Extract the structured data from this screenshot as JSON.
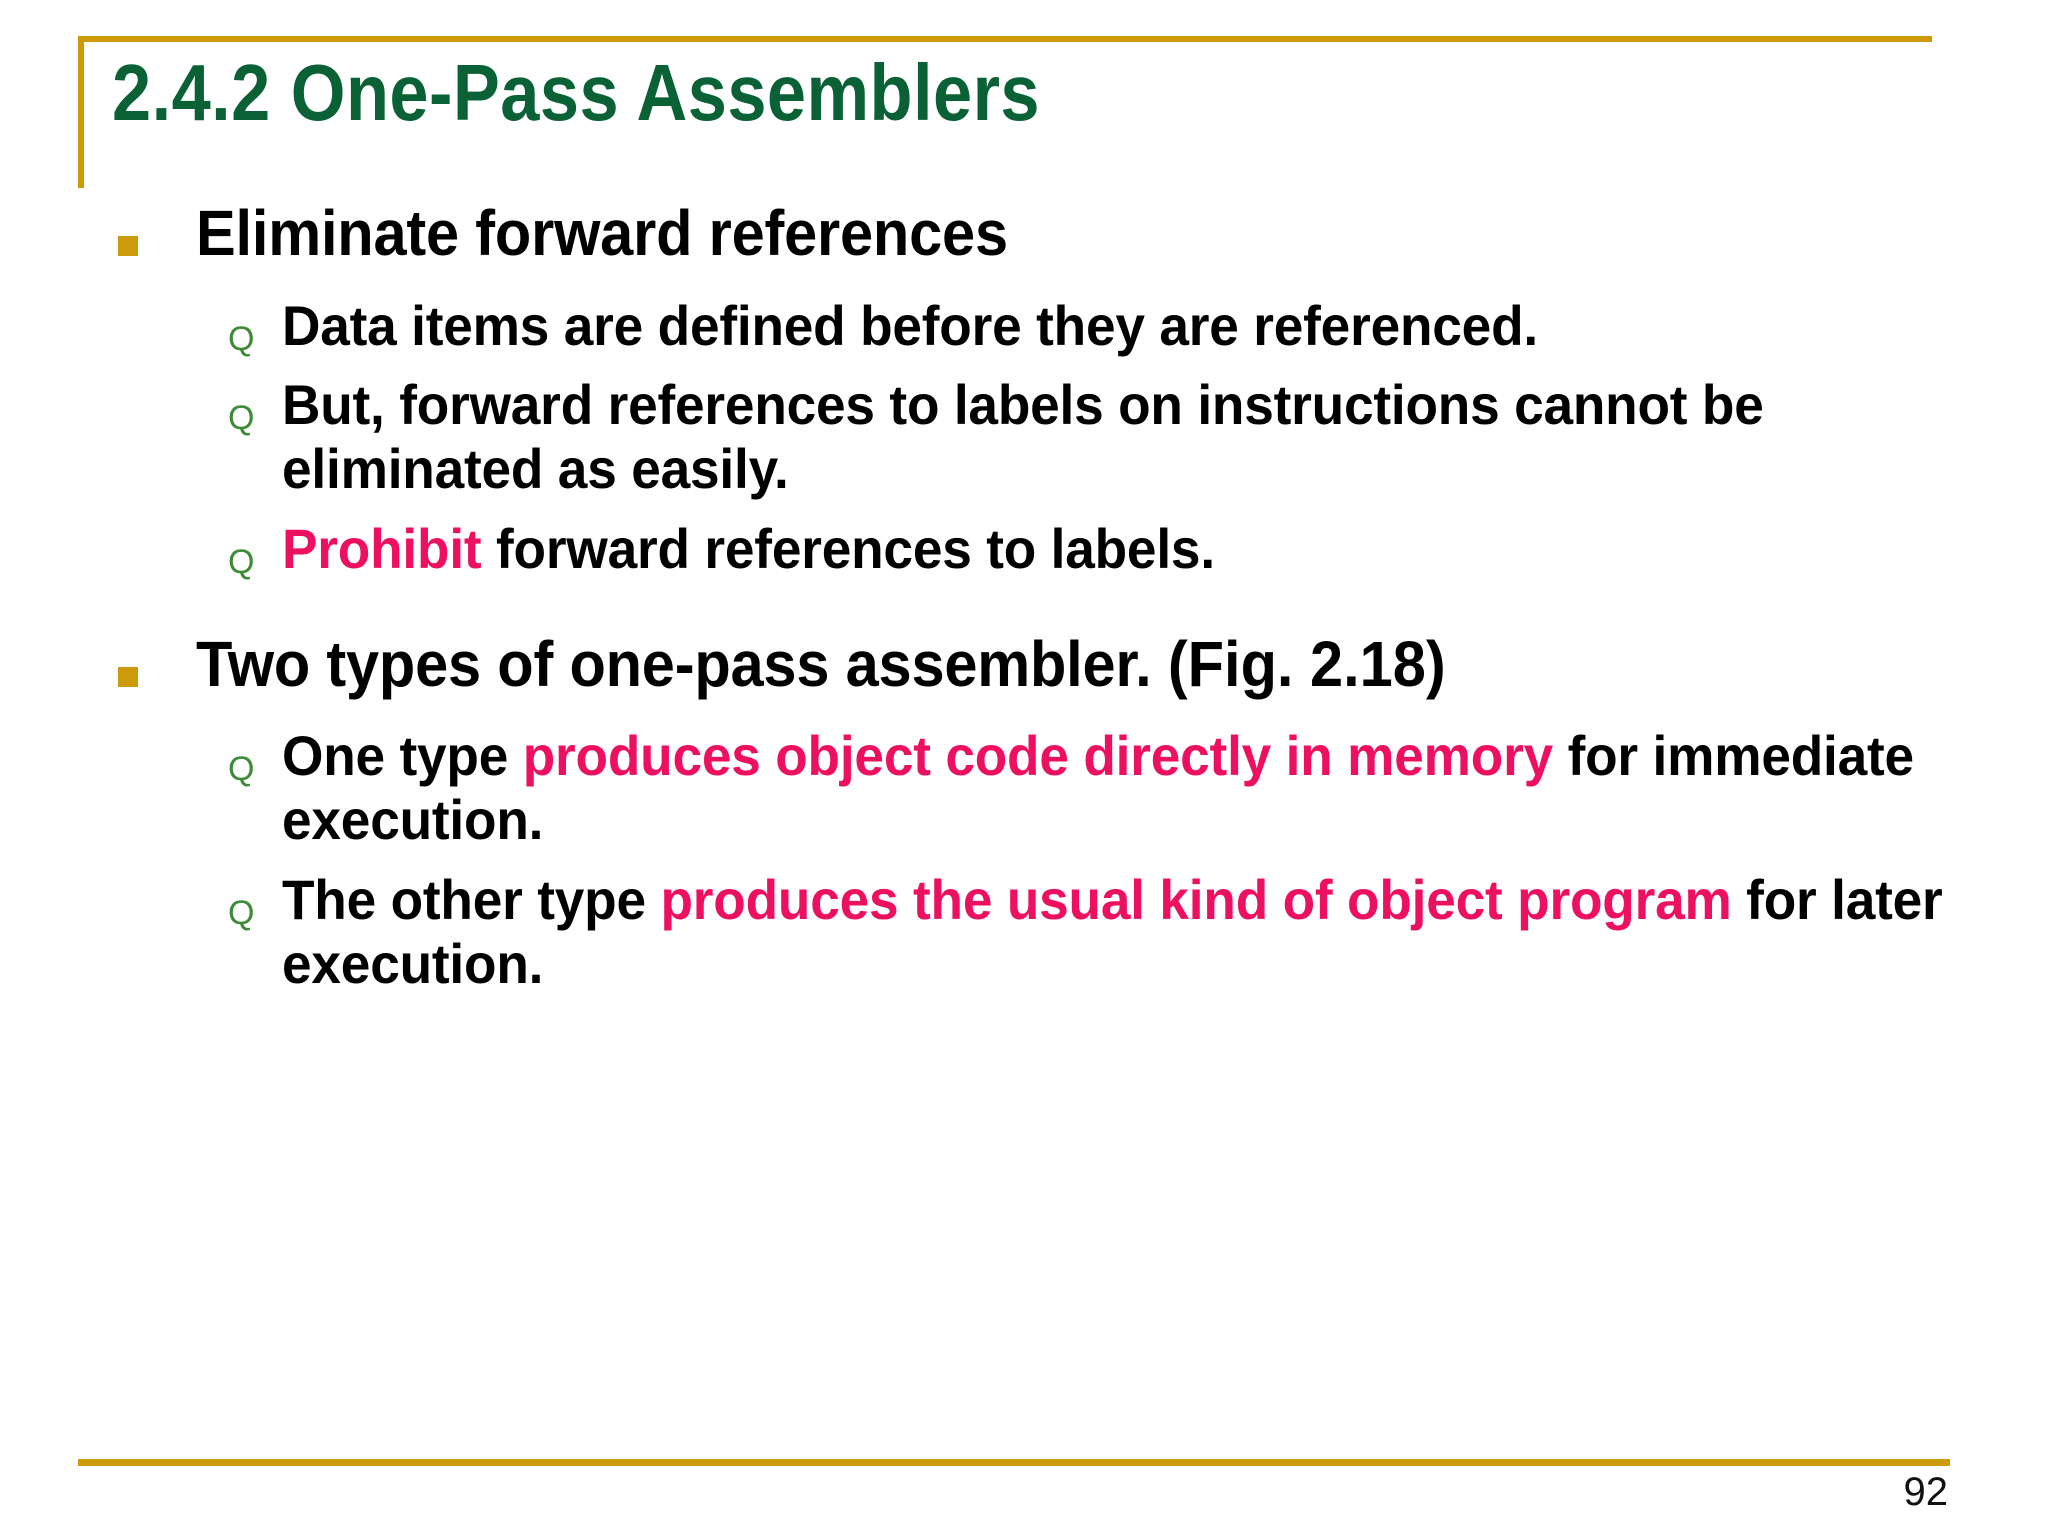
{
  "slide": {
    "title": "2.4.2  One-Pass Assemblers",
    "page_number": "92",
    "colors": {
      "title_green": "#0A6135",
      "accent_gold": "#CC9A0B",
      "highlight_pink": "#EE1060",
      "bullet_q_green": "#3D8B36",
      "body_black": "#000000",
      "background": "#FFFFFF"
    },
    "bullets": {
      "level1_marker": "filled-square",
      "level2_marker": "Q"
    }
  },
  "content": {
    "block1": {
      "heading": "Eliminate forward references",
      "sub": [
        {
          "id": "data-items",
          "parts": [
            {
              "text": "Data items are defined before they are referenced.",
              "color": "black"
            }
          ]
        },
        {
          "id": "forward-refs-labels",
          "parts": [
            {
              "text": "But, forward references to labels on instructions cannot be eliminated as easily.",
              "color": "black"
            }
          ]
        },
        {
          "id": "prohibit",
          "parts": [
            {
              "text": "Prohibit",
              "color": "pink"
            },
            {
              "text": " forward references to labels.",
              "color": "black"
            }
          ]
        }
      ]
    },
    "block2": {
      "heading_main": "Two types of one-pass assembler. ",
      "heading_fig": "(Fig. 2.18)",
      "sub": [
        {
          "id": "type-one",
          "parts": [
            {
              "text": "One type ",
              "color": "black"
            },
            {
              "text": "produces object code directly in memory",
              "color": "pink"
            },
            {
              "text": " for immediate execution.",
              "color": "black"
            }
          ]
        },
        {
          "id": "type-other",
          "parts": [
            {
              "text": "The other type ",
              "color": "black"
            },
            {
              "text": "produces the usual kind of object program",
              "color": "pink"
            },
            {
              "text": " for later execution.",
              "color": "black"
            }
          ]
        }
      ]
    }
  }
}
